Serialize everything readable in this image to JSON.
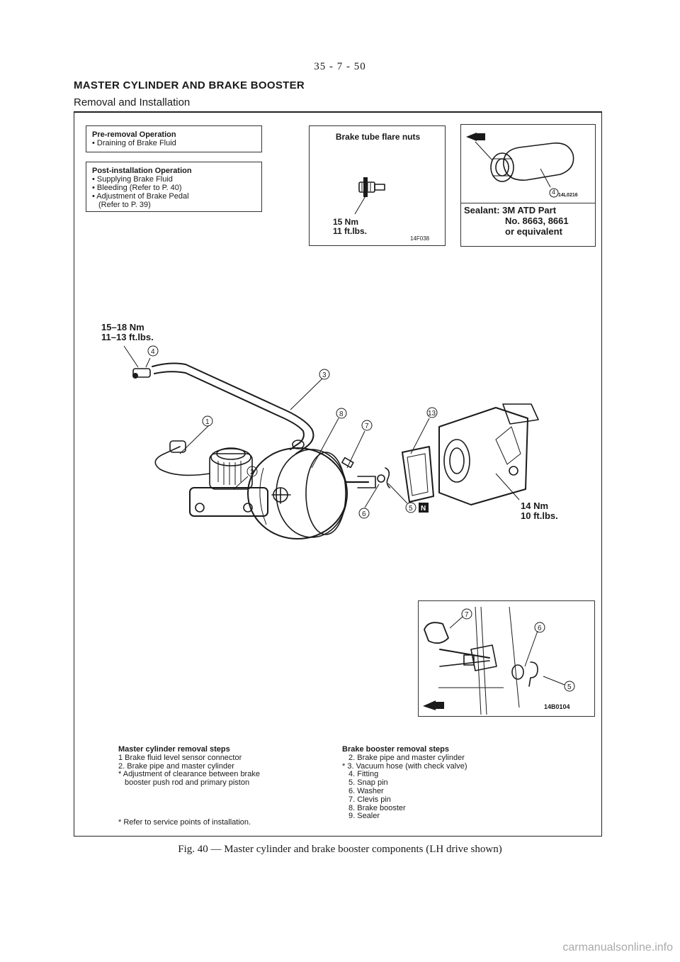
{
  "page_number": "35 - 7 - 50",
  "section_title": "MASTER CYLINDER AND BRAKE BOOSTER",
  "section_subtitle": "Removal and Installation",
  "pre_removal": {
    "heading": "Pre-removal Operation",
    "items": [
      "• Draining of Brake Fluid"
    ]
  },
  "post_installation": {
    "heading": "Post-installation Operation",
    "items": [
      "• Supplying Brake Fluid",
      "• Bleeding (Refer to P. 40)",
      "• Adjustment of Brake Pedal",
      "(Refer to P. 39)"
    ]
  },
  "flare_nut_detail": {
    "title": "Brake tube flare nuts",
    "torque_nm": "15 Nm",
    "torque_ftlbs": "11 ft.lbs.",
    "code": "14F038"
  },
  "sealant_detail": {
    "callout": "4",
    "code": "14L0216",
    "line1": "Sealant: 3M ATD Part",
    "line2": "No. 8663, 8661",
    "line3": "or equivalent"
  },
  "main_diagram": {
    "torque_left_nm": "15–18 Nm",
    "torque_left_ftlbs": "11–13 ft.lbs.",
    "torque_right_nm": "14 Nm",
    "torque_right_ftlbs": "10 ft.lbs.",
    "callouts": [
      "4",
      "3",
      "1",
      "8",
      "7",
      "13",
      "2",
      "6",
      "5"
    ],
    "n_mark": "N"
  },
  "inset_detail": {
    "callouts": [
      "7",
      "6",
      "5"
    ],
    "code": "14B0104"
  },
  "master_cylinder_steps": {
    "heading": "Master cylinder removal steps",
    "items": [
      "1  Brake fluid level sensor connector",
      "2.  Brake pipe and master cylinder",
      "* Adjustment of clearance between brake",
      "booster push rod and primary piston"
    ]
  },
  "brake_booster_steps": {
    "heading": "Brake booster removal steps",
    "items": [
      "2.  Brake pipe and master cylinder",
      "* 3.  Vacuum hose (with check valve)",
      "4.  Fitting",
      "5.  Snap pin",
      "6.  Washer",
      "7.  Clevis pin",
      "8.  Brake booster",
      "9.  Sealer"
    ]
  },
  "note": "* Refer to service points of installation.",
  "figure_caption": "Fig. 40 — Master cylinder and brake booster components (LH drive shown)",
  "watermark": "carmanualsonline.info"
}
